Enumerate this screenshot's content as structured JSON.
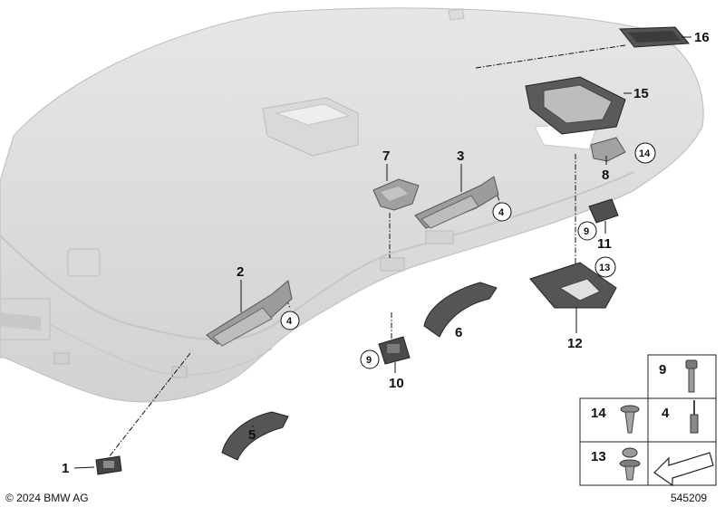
{
  "diagram": {
    "copyright": "© 2024 BMW AG",
    "image_number": "545209",
    "part_labels": [
      "1",
      "2",
      "3",
      "7",
      "5",
      "6",
      "8",
      "10",
      "11",
      "12",
      "15",
      "16"
    ],
    "circled_labels": [
      "4",
      "4",
      "9",
      "9",
      "14",
      "13"
    ],
    "legend": [
      {
        "number": "9",
        "icon": "hex-socket-screw-icon"
      },
      {
        "number": "14",
        "icon": "self-tapping-screw-icon"
      },
      {
        "number": "4",
        "icon": "blind-rivet-icon"
      },
      {
        "number": "13",
        "icon": "expanding-rivet-icon"
      }
    ]
  }
}
